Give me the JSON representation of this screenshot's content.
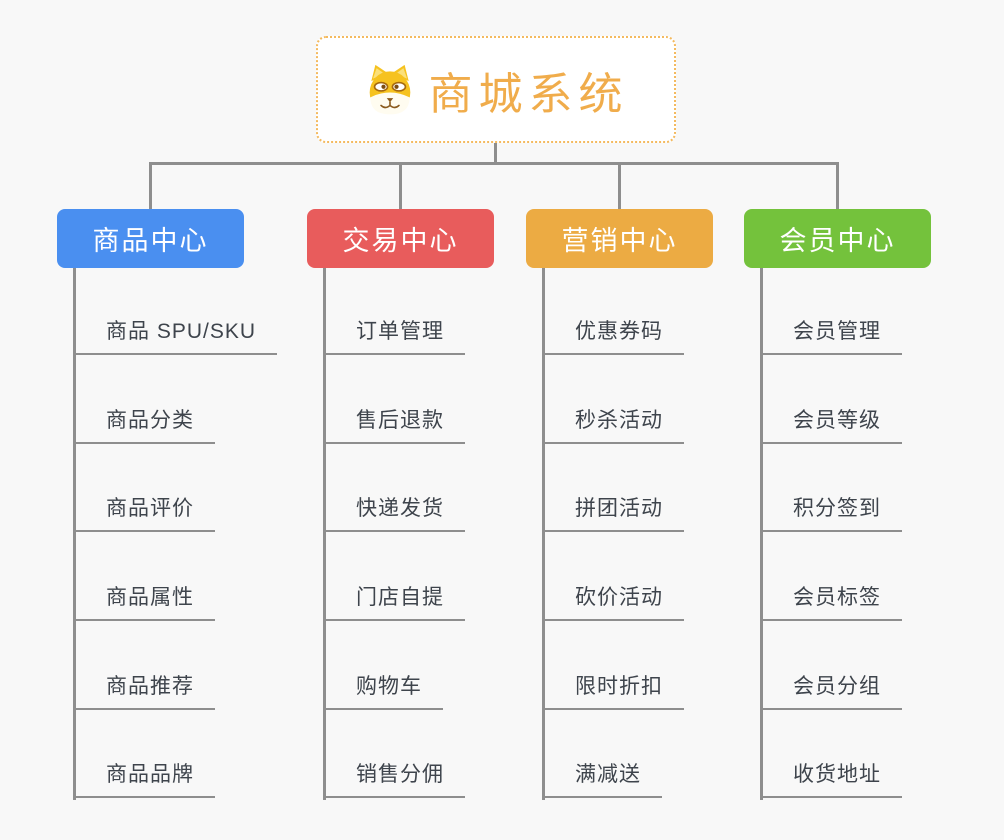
{
  "root": {
    "title": "商城系统",
    "title_color": "#F0AC4B",
    "icon": "dog-icon",
    "border_color": "#F4BA5F"
  },
  "background_color": "#F8F8F8",
  "connector_color": "#8E8E8E",
  "subtopic_text_color": "#3E444C",
  "branches": [
    {
      "label": "商品中心",
      "color": "#4A8FF0",
      "children": [
        "商品 SPU/SKU",
        "商品分类",
        "商品评价",
        "商品属性",
        "商品推荐",
        "商品品牌"
      ]
    },
    {
      "label": "交易中心",
      "color": "#E85C5C",
      "children": [
        "订单管理",
        "售后退款",
        "快递发货",
        "门店自提",
        "购物车",
        "销售分佣"
      ]
    },
    {
      "label": "营销中心",
      "color": "#ECAB43",
      "children": [
        "优惠券码",
        "秒杀活动",
        "拼团活动",
        "砍价活动",
        "限时折扣",
        "满减送"
      ]
    },
    {
      "label": "会员中心",
      "color": "#74C23C",
      "children": [
        "会员管理",
        "会员等级",
        "积分签到",
        "会员标签",
        "会员分组",
        "收货地址"
      ]
    }
  ]
}
